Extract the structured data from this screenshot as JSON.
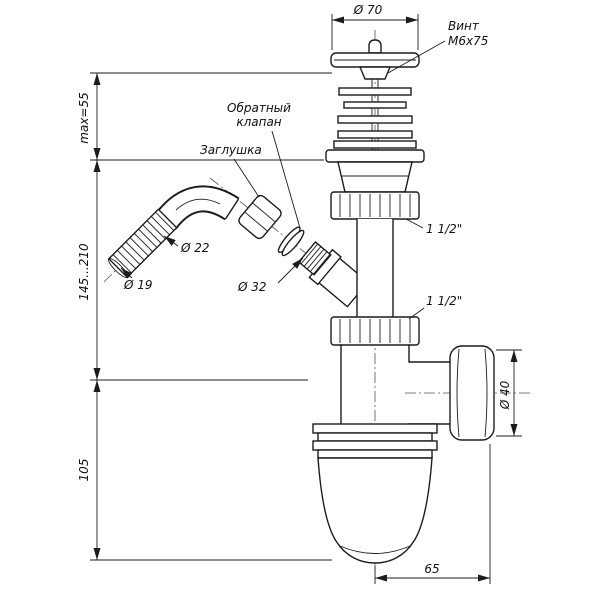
{
  "colors": {
    "line": "#1c1c1c",
    "background": "#ffffff"
  },
  "labels": {
    "screw_line1": "Винт",
    "screw_line2": "М6х75",
    "check_valve_line1": "Обратный",
    "check_valve_line2": "клапан",
    "plug": "Заглушка"
  },
  "dimensions": {
    "top_diameter": "Ø 70",
    "hose_outer": "Ø 22",
    "hose_inner": "Ø 19",
    "inlet_thread": "Ø 32",
    "outlet_diameter": "Ø 40",
    "thread_upper": "1 1/2\"",
    "thread_lower": "1 1/2\"",
    "height_top": "max=55",
    "height_adjustable": "145...210",
    "height_cup": "105",
    "offset_bottom": "65"
  }
}
